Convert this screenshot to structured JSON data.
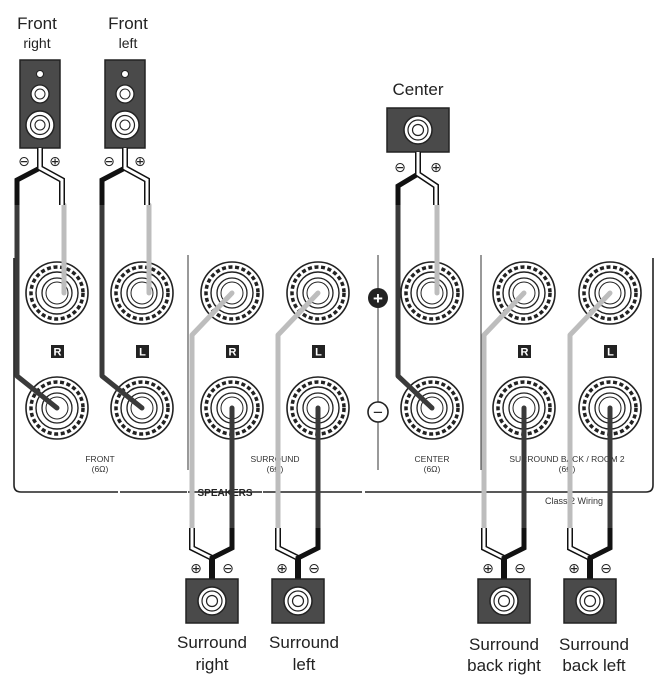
{
  "speakers": {
    "front_right": {
      "line1": "Front",
      "line2": "right"
    },
    "front_left": {
      "line1": "Front",
      "line2": "left"
    },
    "center": {
      "line1": "Center"
    },
    "surround_right": {
      "line1": "Surround",
      "line2": "right"
    },
    "surround_left": {
      "line1": "Surround",
      "line2": "left"
    },
    "surround_back_right": {
      "line1": "Surround",
      "line2": "back right"
    },
    "surround_back_left": {
      "line1": "Surround",
      "line2": "back left"
    }
  },
  "polarity": {
    "minus": "⊖",
    "plus": "⊕"
  },
  "panel": {
    "title": "SPEAKERS",
    "channel_r": "R",
    "channel_l": "L",
    "plus_sign": "+",
    "minus_sign": "−",
    "sections": {
      "front": {
        "name": "FRONT",
        "impedance": "(6Ω)"
      },
      "surround": {
        "name": "SURROUND",
        "impedance": "(6Ω)"
      },
      "center": {
        "name": "CENTER",
        "impedance": "(6Ω)"
      },
      "surround_back": {
        "name": "SURROUND BACK / ROOM 2",
        "impedance": "(6Ω)"
      }
    },
    "class2": "Class 2 Wiring"
  }
}
